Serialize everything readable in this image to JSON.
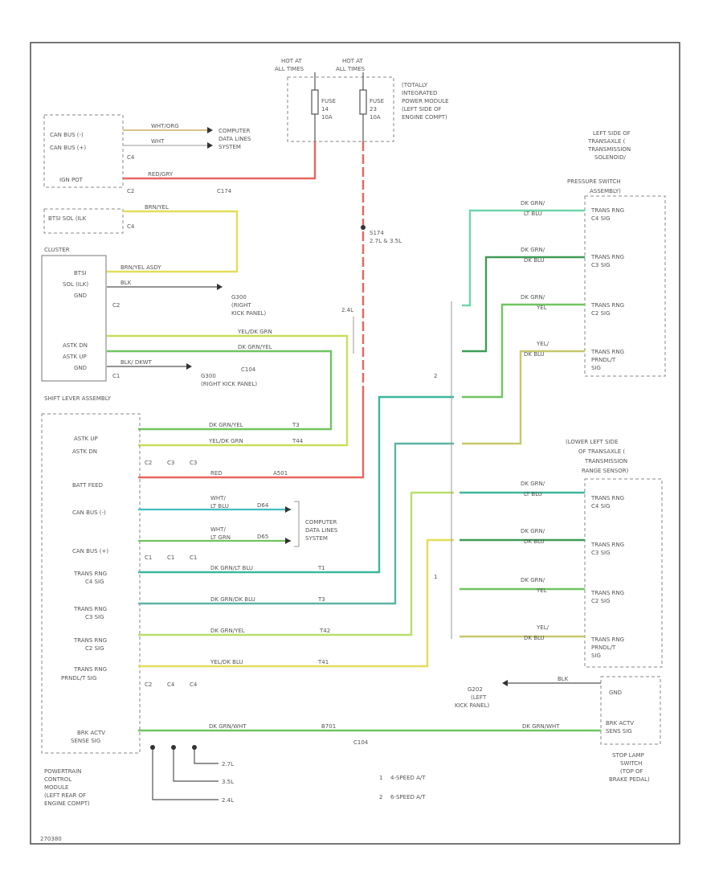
{
  "diagram": {
    "figure_id": "270380",
    "fuse_hot_left": [
      "HOT AT",
      "ALL TIMES"
    ],
    "fuse_hot_right": [
      "HOT AT",
      "ALL TIMES"
    ],
    "fuse_left": {
      "name": "FUSE",
      "num": "14",
      "amp": "10A"
    },
    "fuse_right": {
      "name": "FUSE",
      "num": "23",
      "amp": "10A"
    },
    "tipm_label": [
      "(TOTALLY",
      "INTEGRATED",
      "POWER MODULE",
      "(LEFT SIDE OF",
      "ENGINE COMPT)"
    ],
    "module_top_left": {
      "can_bus_l": "CAN BUS (-)",
      "can_bus_h": "CAN BUS (+)",
      "ign_pot": "IGN POT",
      "btsi": "BTSI SOL (ILK",
      "w1": "WHT/ORG",
      "w2": "WHT",
      "w3": "RED/GRY",
      "w4": "BRN/YEL",
      "computer_lines": [
        "COMPUTER",
        "DATA LINES",
        "SYSTEM"
      ],
      "c1": "C4",
      "c2": "C2",
      "c3": "C4",
      "connector": "C174"
    },
    "cluster": {
      "title": "CLUSTER",
      "btsi": [
        "BTSI",
        "SOL (ILK)",
        "GND"
      ],
      "autostick": [
        "ASTK DN",
        "ASTK UP",
        "GND"
      ],
      "c2": "C2",
      "c1": "C1",
      "w_brn": "BRN/YEL ASDY",
      "w_blk": "BLK",
      "w_ywg": "YEL/DK GRN",
      "w_dkg": "DK GRN/YEL",
      "w_blk2": "BLK/ DKWT",
      "g_upper": [
        "G300",
        "(RIGHT",
        "KICK PANEL)"
      ],
      "g_lower": [
        "G300",
        "(RIGHT KICK PANEL)"
      ],
      "splice_c104": "C104",
      "shift_lever": "SHIFT LEVER ASSEMBLY",
      "note_24l": "2.4L",
      "note_27l": "2.7L & 3.5L",
      "s174": "S174"
    },
    "pcm": {
      "pins": [
        "ASTK UP",
        "ASTK DN",
        "BATT FEED",
        "CAN BUS (-)",
        "CAN BUS (+)",
        "TRANS RNG C4 SIG",
        "TRANS RNG C3 SIG",
        "TRANS RNG C2 SIG",
        "TRANS RNG PRNDL/T SIG",
        "BRK ACTV SENS SIG"
      ],
      "pin_labels": [
        "ASTK UP",
        "ASTK DN",
        "BATT FEED",
        "CAN BUS (-)",
        "CAN BUS (+)",
        "TRANS RNG\nC4 SIG",
        "TRANS RNG\nC3 SIG",
        "TRANS RNG\nC2 SIG",
        "TRANS RNG\nPRNDL/T SIG",
        "BRK ACTV\nSENSE SIG"
      ],
      "conn_row1": [
        "C2",
        "C3",
        "C3"
      ],
      "conn_row2": [
        "C1",
        "C1",
        "C1"
      ],
      "conn_row3": [
        "C2",
        "C4",
        "C4"
      ],
      "wire_codes": [
        "DK GRN/YEL",
        "YEL/DK GRN",
        "RED",
        "LT BLU",
        "LT GRN",
        "DK GRN/LT BLU",
        "DK GRN/DK BLU",
        "DK GRN/YEL",
        "YEL/DK BLU",
        "DK GRN/WHT"
      ],
      "circuits": [
        "T3",
        "T44",
        "A501",
        "D64",
        "D65",
        "T1",
        "T3",
        "T42",
        "T41",
        "B701"
      ],
      "computer_lines2": [
        "COMPUTER",
        "DATA LINES",
        "SYSTEM"
      ],
      "can_wires": [
        "WHT/\nLT BLU",
        "WHT/\nLT GRN"
      ],
      "title": [
        "POWERTRAIN",
        "CONTROL",
        "MODULE",
        "(LEFT REAR OF",
        "ENGINE COMPT)"
      ],
      "legend_2tl": "2.7L",
      "legend_35l": "3.5L",
      "legend_24l": "2.4L",
      "bottom_conn": "C104"
    },
    "upper_trans": {
      "title": [
        "LEFT SIDE OF",
        "TRANSAXLE (",
        "TRANSMISSION",
        "SOLENOID/",
        "PRESSURE SWITCH",
        "ASSEMBLY)"
      ],
      "pins": [
        "TRANS RNG C4 SIG",
        "TRANS RNG C3 SIG",
        "TRANS RNG C2 SIG",
        "TRANS RNG PRNDL/T SIG"
      ],
      "wires": [
        "DK GRN/\nLT BLU",
        "DK GRN/\nDK BLU",
        "DK GRN/\nYEL",
        "YEL/\nDK BLU"
      ],
      "marker": "2"
    },
    "lower_trans": {
      "title": [
        "(LOWER LEFT SIDE",
        "OF TRANSAXLE (",
        "TRANSMISSION",
        "RANGE SENSOR)"
      ],
      "pins": [
        "TRANS RNG C4 SIG",
        "TRANS RNG C3 SIG",
        "TRANS RNG C2 SIG",
        "TRANS RNG PRNDL/T SIG"
      ],
      "wires": [
        "DK GRN/\nLT BLU",
        "DK GRN/\nDK BLU",
        "DK GRN/\nYEL",
        "YEL/\nDK BLU"
      ],
      "marker": "1"
    },
    "brake_switch": {
      "gnd": "GND",
      "sense": [
        "BRK ACTV",
        "SENS SIG"
      ],
      "title": [
        "STOP LAMP",
        "SWITCH",
        "(TOP OF",
        "BRAKE PEDAL)"
      ],
      "g_label": [
        "G202",
        "(LEFT",
        "KICK PANEL)"
      ],
      "wire_blk": "BLK"
    },
    "legend": {
      "n1": "1",
      "t1": "4-SPEED A/T",
      "n2": "2",
      "t2": "6-SPEED A/T"
    },
    "colors": {
      "red": "#e8655f",
      "yellow": "#e4dd5a",
      "yelgrn": "#c8df5c",
      "green": "#6fc55f",
      "dkgreen": "#3f9c57",
      "teal": "#3bb89b",
      "cyan": "#42bfc2",
      "lime": "#b9e06a",
      "olive": "#c7c86c"
    }
  }
}
